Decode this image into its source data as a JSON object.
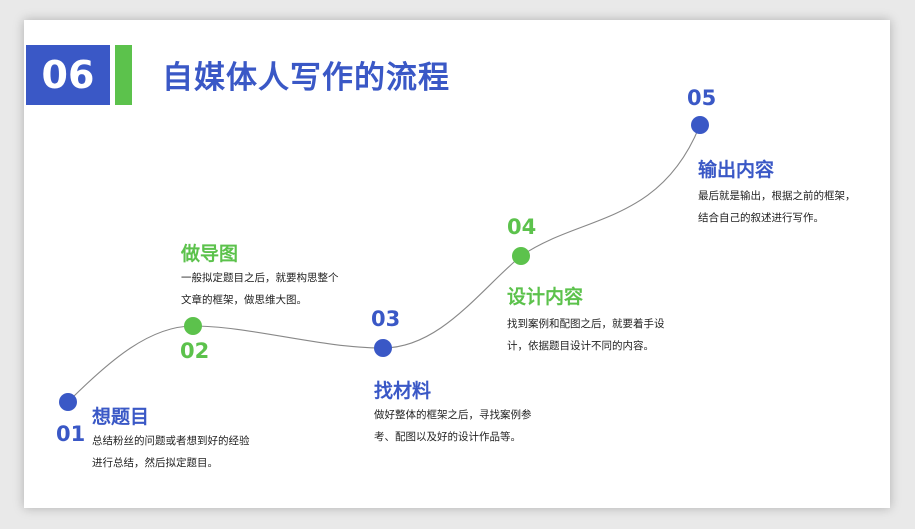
{
  "header": {
    "section_number": "06",
    "title": "自媒体人写作的流程"
  },
  "colors": {
    "blue": "#3a58c6",
    "green": "#5cc24c"
  },
  "steps": [
    {
      "number": "01",
      "title": "想题目",
      "desc": "总结粉丝的问题或者想到好的经验\n进行总结，然后拟定题目。",
      "color": "blue"
    },
    {
      "number": "02",
      "title": "做导图",
      "desc": "一般拟定题目之后，就要构思整个\n文章的框架，做思维大图。",
      "color": "green"
    },
    {
      "number": "03",
      "title": "找材料",
      "desc": "做好整体的框架之后，寻找案例参\n考、配图以及好的设计作品等。",
      "color": "blue"
    },
    {
      "number": "04",
      "title": "设计内容",
      "desc": "找到案例和配图之后，就要着手设\n计，依据题目设计不同的内容。",
      "color": "green"
    },
    {
      "number": "05",
      "title": "输出内容",
      "desc": "最后就是输出，根据之前的框架，\n结合自己的叙述进行写作。",
      "color": "blue"
    }
  ]
}
